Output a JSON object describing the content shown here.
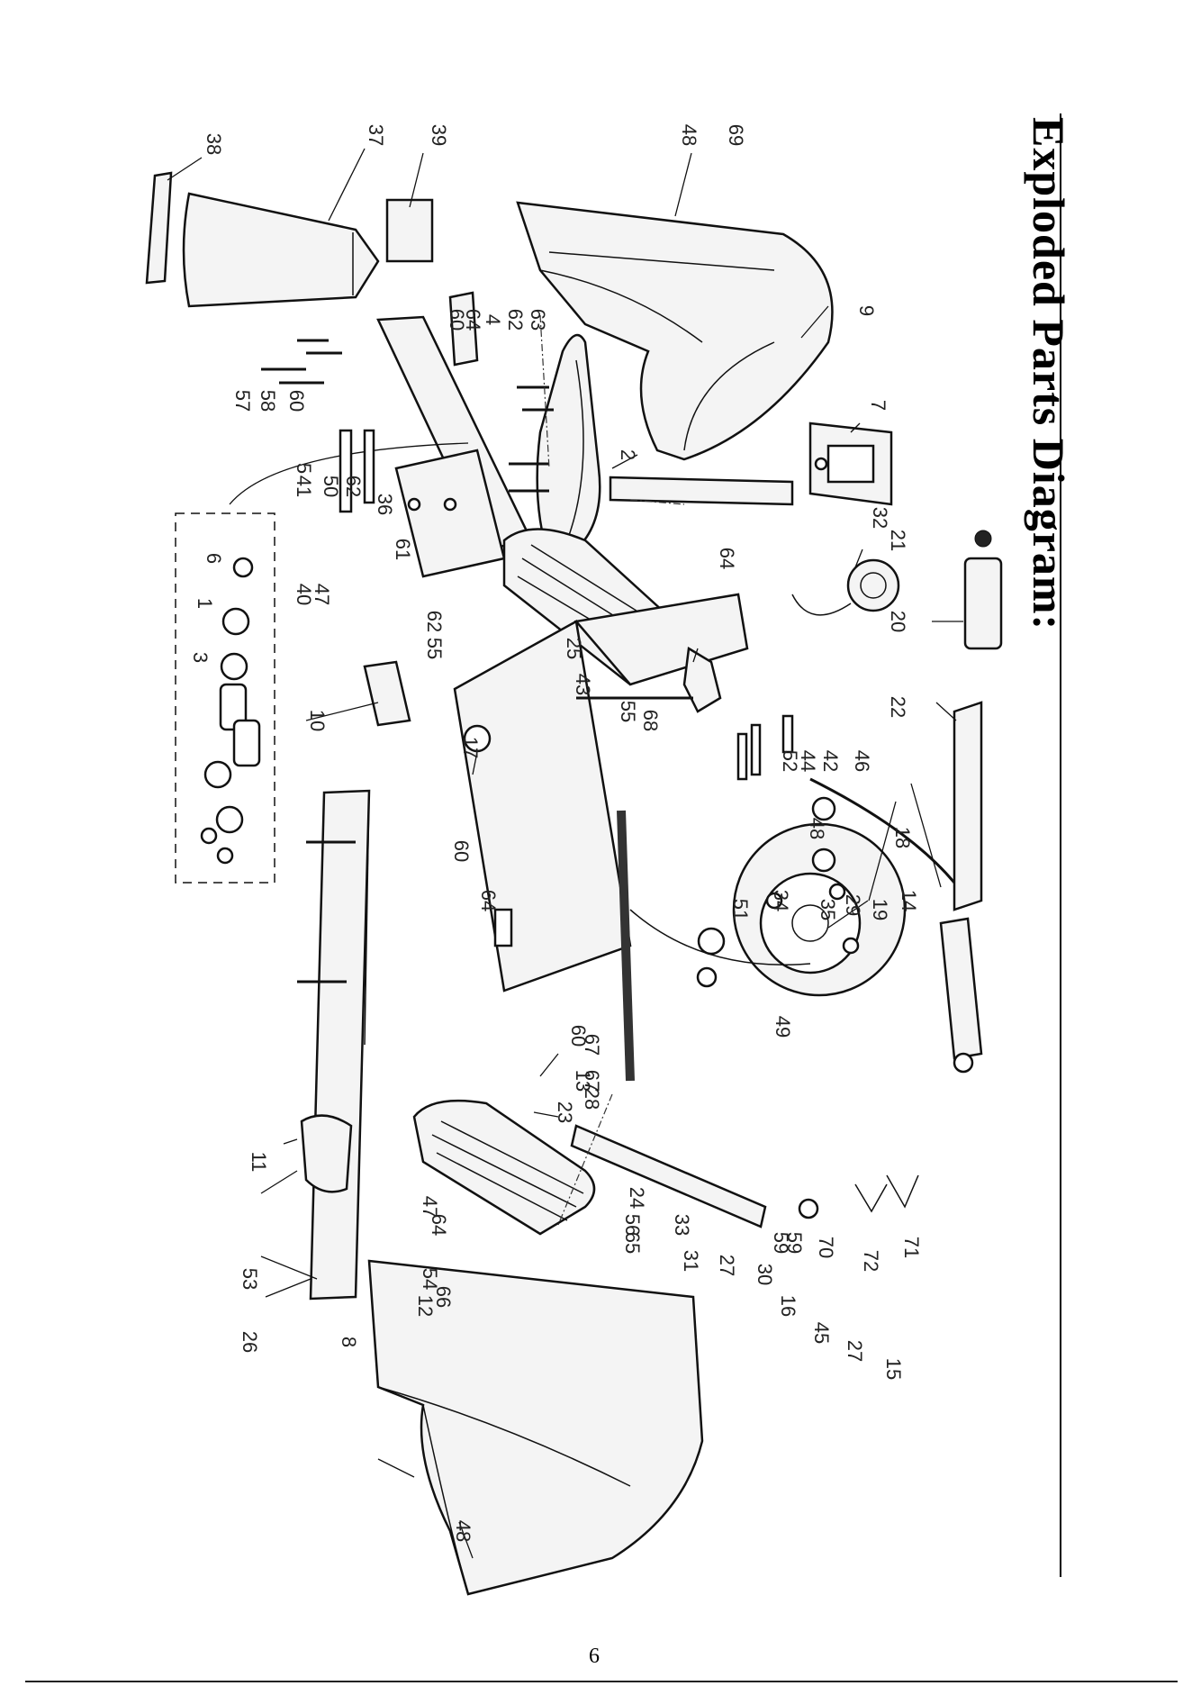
{
  "title": "Exploded Parts Diagram:",
  "page_number": "6",
  "callouts": [
    "38",
    "37",
    "39",
    "48",
    "69",
    "9",
    "7",
    "2",
    "63",
    "62",
    "4",
    "64",
    "60",
    "57",
    "58",
    "60",
    "5",
    "41",
    "50",
    "62",
    "36",
    "61",
    "40",
    "47",
    "62",
    "55",
    "10",
    "17",
    "6",
    "1",
    "3",
    "32",
    "59",
    "21",
    "20",
    "22",
    "25",
    "43",
    "55",
    "68",
    "64",
    "52",
    "44",
    "42",
    "46",
    "48",
    "18",
    "34",
    "49",
    "14",
    "35",
    "29",
    "19",
    "60",
    "64",
    "51",
    "26",
    "53",
    "12",
    "66",
    "60",
    "65",
    "67",
    "67",
    "28",
    "24",
    "56",
    "33",
    "31",
    "27",
    "30",
    "16",
    "45",
    "27",
    "15",
    "13",
    "23",
    "47",
    "11",
    "54",
    "64",
    "59",
    "70",
    "72",
    "71",
    "8",
    "48"
  ]
}
